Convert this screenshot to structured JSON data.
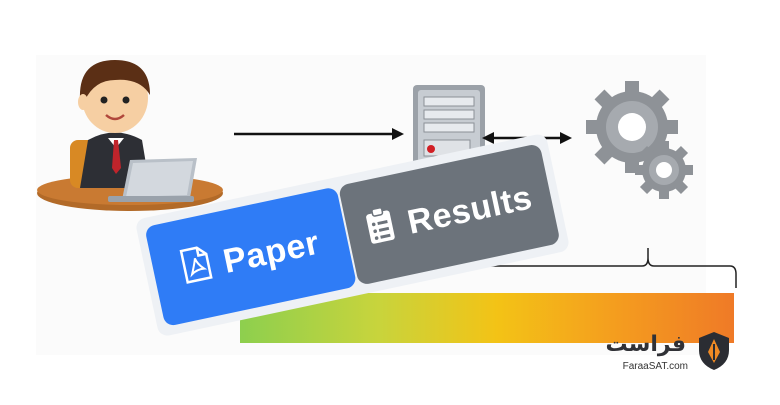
{
  "buttons": {
    "paper_label": "Paper",
    "results_label": "Results",
    "paper_color": "#2f7cf6",
    "results_color": "#6c737b",
    "paper_icon": "file-pdf-icon",
    "results_icon": "clipboard-list-icon"
  },
  "diagram": {
    "nodes": [
      "user-at-laptop",
      "server",
      "gears"
    ],
    "arrows": [
      "user-to-server",
      "server-to-gears-bidirectional"
    ],
    "bar_gradient": [
      "#8dcf4e",
      "#f3c316",
      "#ef7a27"
    ]
  },
  "brand": {
    "name": "فراست",
    "url": "FaraaSAT.com",
    "logo_icon": "shield-pen-icon"
  }
}
